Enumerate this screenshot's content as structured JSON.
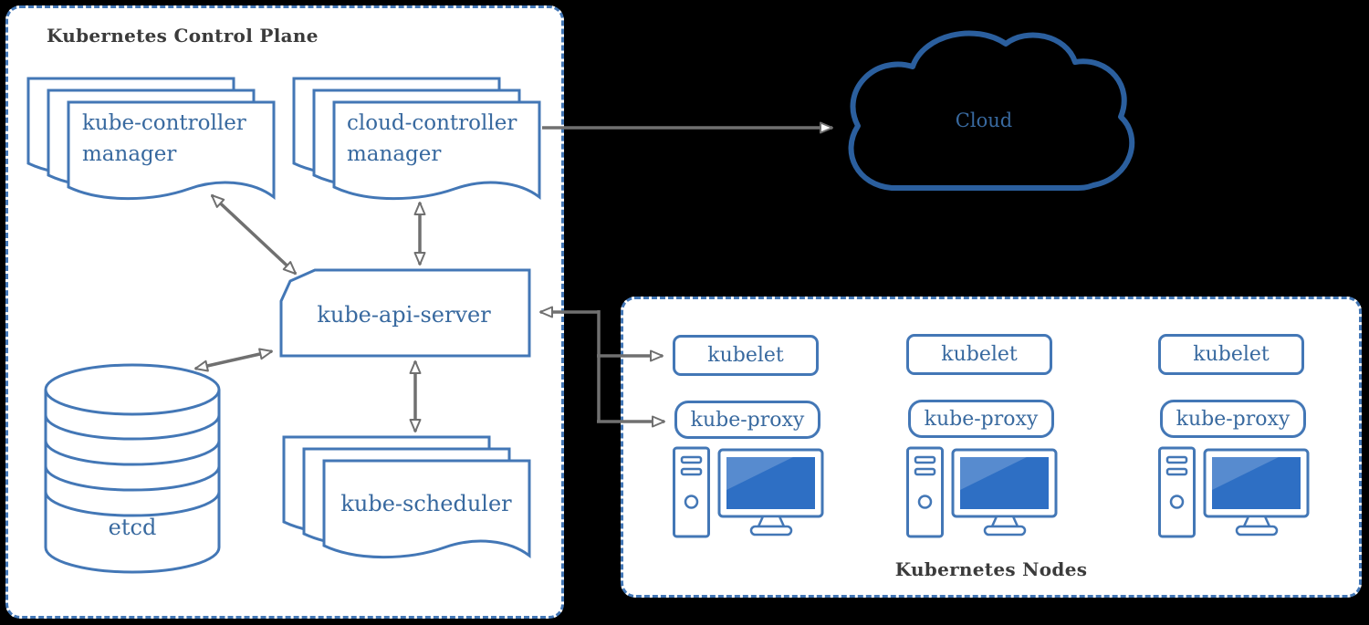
{
  "colors": {
    "background": "#000000",
    "panel_bg": "#ffffff",
    "border_blue": "#4377b6",
    "text_blue": "#38699f",
    "cloud_blue": "#2b5f9e",
    "screen_blue": "#2e6fc4",
    "arrow_gray": "#707070",
    "title_color": "#3b3b3b"
  },
  "control_plane": {
    "title": "Kubernetes Control Plane",
    "kube_controller_manager": {
      "line1": "kube-controller",
      "line2": "manager"
    },
    "cloud_controller_manager": {
      "line1": "cloud-controller",
      "line2": "manager"
    },
    "kube_api_server": {
      "label": "kube-api-server"
    },
    "etcd": {
      "label": "etcd"
    },
    "kube_scheduler": {
      "label": "kube-scheduler"
    }
  },
  "cloud": {
    "label": "Cloud"
  },
  "nodes_group": {
    "title": "Kubernetes Nodes",
    "nodes": [
      {
        "kubelet": "kubelet",
        "kube_proxy": "kube-proxy"
      },
      {
        "kubelet": "kubelet",
        "kube_proxy": "kube-proxy"
      },
      {
        "kubelet": "kubelet",
        "kube_proxy": "kube-proxy"
      }
    ]
  },
  "icons": {
    "cloud": "cloud-icon",
    "etcd": "database-cylinder-icon",
    "controller_stacks": "document-stack-icon",
    "node_machine": "computer-icon",
    "connections": "double-arrow-icon"
  }
}
